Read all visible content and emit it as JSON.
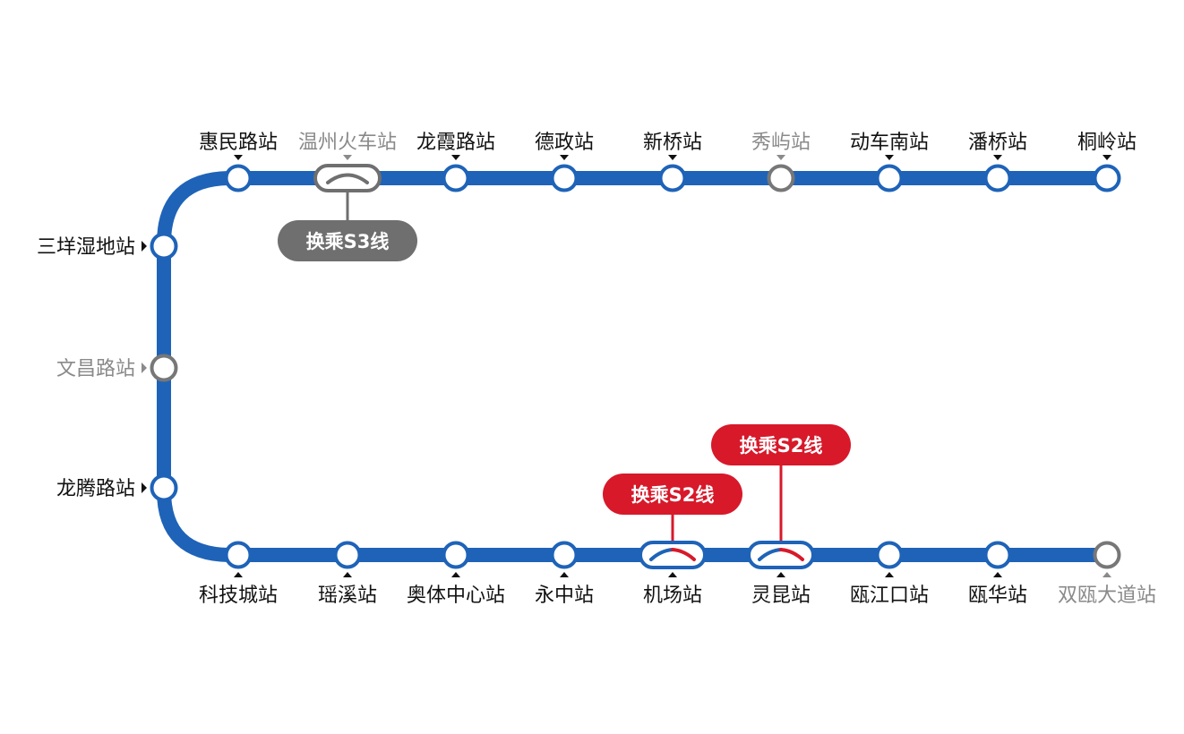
{
  "colors": {
    "line": "#1e63b8",
    "station_open": "#1e63b8",
    "station_closed": "#777777",
    "label_open": "#111111",
    "label_closed": "#8a8a8a",
    "s2_transfer": "#d7192a",
    "s3_transfer": "#6f6f6f",
    "background": "#ffffff"
  },
  "top_row": [
    {
      "name": "惠民路站",
      "status": "open"
    },
    {
      "name": "温州火车站",
      "status": "closed",
      "transfer": "s3"
    },
    {
      "name": "龙霞路站",
      "status": "open"
    },
    {
      "name": "德政站",
      "status": "open"
    },
    {
      "name": "新桥站",
      "status": "open"
    },
    {
      "name": "秀屿站",
      "status": "closed"
    },
    {
      "name": "动车南站",
      "status": "open"
    },
    {
      "name": "潘桥站",
      "status": "open"
    },
    {
      "name": "桐岭站",
      "status": "open"
    }
  ],
  "side_col": [
    {
      "name": "三垟湿地站",
      "status": "open"
    },
    {
      "name": "文昌路站",
      "status": "closed"
    },
    {
      "name": "龙腾路站",
      "status": "open"
    }
  ],
  "bottom_row": [
    {
      "name": "科技城站",
      "status": "open"
    },
    {
      "name": "瑶溪站",
      "status": "open"
    },
    {
      "name": "奥体中心站",
      "status": "open"
    },
    {
      "name": "永中站",
      "status": "open"
    },
    {
      "name": "机场站",
      "status": "open",
      "transfer": "s2"
    },
    {
      "name": "灵昆站",
      "status": "open",
      "transfer": "s2"
    },
    {
      "name": "瓯江口站",
      "status": "open"
    },
    {
      "name": "瓯华站",
      "status": "open"
    },
    {
      "name": "双瓯大道站",
      "status": "closed"
    }
  ],
  "transfers": {
    "s3": {
      "label": "换乘S3线",
      "station": "温州火车站"
    },
    "s2_airport": {
      "label": "换乘S2线",
      "station": "机场站"
    },
    "s2_lingkun": {
      "label": "换乘S2线",
      "station": "灵昆站"
    }
  }
}
